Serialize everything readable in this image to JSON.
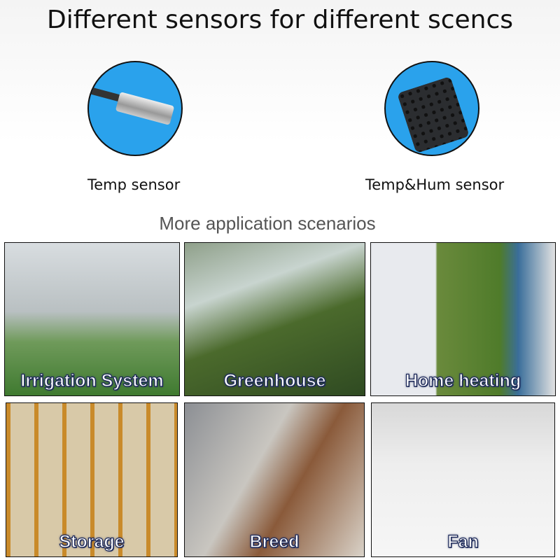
{
  "title": "Different sensors for different scencs",
  "sensors": [
    {
      "label": "Temp sensor"
    },
    {
      "label": "Temp&Hum sensor"
    }
  ],
  "subtitle": "More application scenarios",
  "scenarios": [
    {
      "label": "Irrigation System"
    },
    {
      "label": "Greenhouse"
    },
    {
      "label": "Home heating"
    },
    {
      "label": "Storage"
    },
    {
      "label": "Breed"
    },
    {
      "label": "Fan"
    }
  ],
  "colors": {
    "circle": "#2aa2ec",
    "label_stroke": "#1e2a5a"
  }
}
